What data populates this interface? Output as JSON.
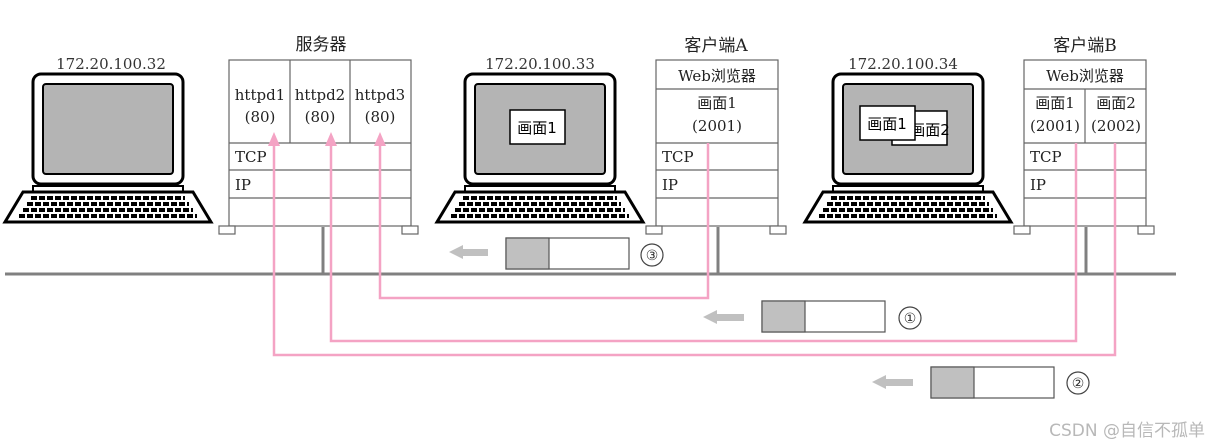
{
  "hosts": {
    "laptop1_ip": "172.20.100.32",
    "server_title": "服务器",
    "laptop2_ip": "172.20.100.33",
    "client_a_title": "客户端A",
    "laptop3_ip": "172.20.100.34",
    "client_b_title": "客户端B"
  },
  "server": {
    "httpd1_name": "httpd1",
    "httpd1_port": "(80)",
    "httpd2_name": "httpd2",
    "httpd2_port": "(80)",
    "httpd3_name": "httpd3",
    "httpd3_port": "(80)",
    "tcp": "TCP",
    "ip": "IP"
  },
  "client_a": {
    "browser": "Web浏览器",
    "screen_name": "画面1",
    "screen_port": "(2001)",
    "tcp": "TCP",
    "ip": "IP"
  },
  "client_b": {
    "browser": "Web浏览器",
    "screen1_name": "画面1",
    "screen1_port": "(2001)",
    "screen2_name": "画面2",
    "screen2_port": "(2002)",
    "tcp": "TCP",
    "ip": "IP"
  },
  "laptop_windows": {
    "laptop2_window": "画面1",
    "laptop3_window_front": "画面1",
    "laptop3_window_back": "画面2"
  },
  "packets": {
    "p1": "①",
    "p2": "②",
    "p3": "③"
  },
  "watermark": "CSDN @自信不孤单",
  "colors": {
    "connection_line": "#f4a3c4",
    "network_line": "#808080",
    "packet_header": "#c0c0c0",
    "screen_fill": "#b4b4b4"
  }
}
